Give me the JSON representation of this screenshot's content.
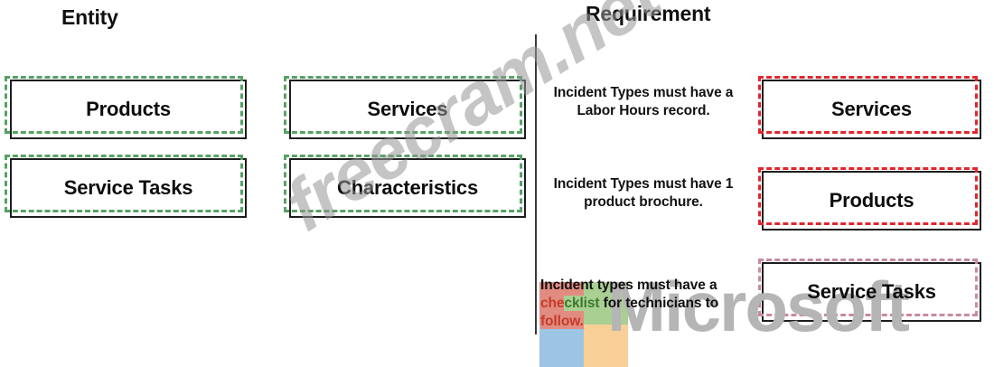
{
  "headings": {
    "entity": "Entity",
    "requirement": "Requirement"
  },
  "entity_boxes": [
    {
      "label": "Products",
      "border_color": "#56a264"
    },
    {
      "label": "Service Tasks",
      "border_color": "#56a264"
    },
    {
      "label": "Services",
      "border_color": "#56a264"
    },
    {
      "label": "Characteristics",
      "border_color": "#56a264"
    }
  ],
  "requirements": [
    {
      "text": "Incident Types must have a Labor Hours record."
    },
    {
      "text": "Incident Types must have 1 product brochure."
    },
    {
      "prefix": "Incident types must have a ",
      "highlight_red": "che",
      "highlight_green": "cklist",
      "middle": " for technicians to ",
      "suffix": "follow."
    }
  ],
  "answer_boxes": [
    {
      "label": "Services",
      "border_color": "#e2262c"
    },
    {
      "label": "Products",
      "border_color": "#e2262c"
    },
    {
      "label": "Service Tasks",
      "border_color": "#c88ba0"
    }
  ],
  "branding": {
    "wordmark": "Microsoft",
    "logo_colors": {
      "red": "#e28b81",
      "green": "#a9cf92",
      "blue": "#9cc4e4",
      "orange": "#f9cf98"
    }
  },
  "watermark": {
    "text": "freecram.net"
  }
}
